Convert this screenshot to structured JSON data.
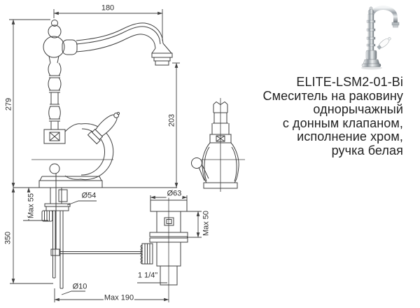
{
  "product": {
    "model": "ELITE-LSM2-01-Bi",
    "description_lines": [
      "Смеситель на раковину",
      "однорычажный",
      "с донным клапаном,",
      "исполнение хром,",
      "ручка белая"
    ]
  },
  "drawing": {
    "dimensions": {
      "spout_reach": "180",
      "total_height": "279",
      "spout_height": "203",
      "below_deck_depth": "350",
      "deck_max_thickness": "Max 55",
      "base_diameter": "Ø54",
      "drain_flange_diameter": "Ø63",
      "drain_body_max": "Max 50",
      "rod_diameter": "Ø10",
      "hose_max_length": "Max 190",
      "tailpiece_thread": "1 1/4\""
    }
  },
  "colors": {
    "line_color": "#3f3f3f",
    "text_color": "#2e2e2e"
  }
}
